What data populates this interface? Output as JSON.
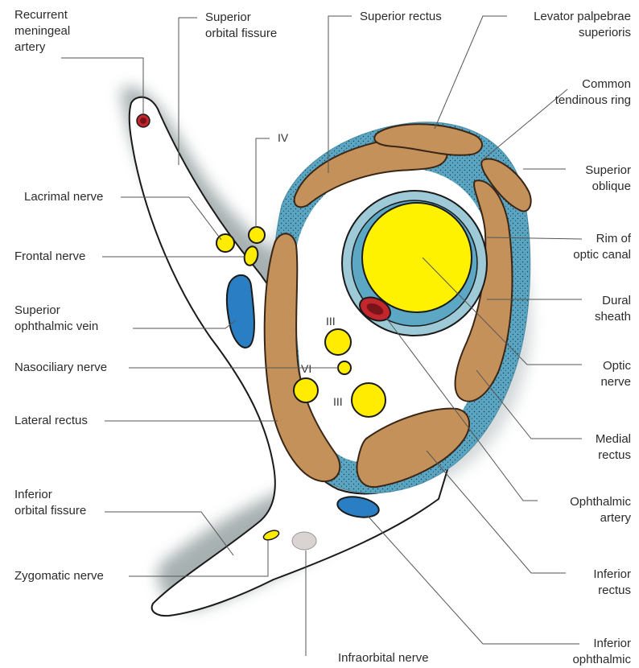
{
  "labels": {
    "recurrent_meningeal_artery": [
      "Recurrent",
      "meningeal",
      "artery"
    ],
    "superior_orbital_fissure": [
      "Superior",
      "orbital fissure"
    ],
    "superior_rectus": [
      "Superior rectus"
    ],
    "levator_palpebrae_superioris": [
      "Levator palpebrae",
      "superioris"
    ],
    "common_tendinous_ring": [
      "Common",
      "tendinous ring"
    ],
    "superior_oblique": [
      "Superior",
      "oblique"
    ],
    "rim_of_optic_canal": [
      "Rim of",
      "optic canal"
    ],
    "dural_sheath": [
      "Dural",
      "sheath"
    ],
    "optic_nerve": [
      "Optic",
      "nerve"
    ],
    "medial_rectus": [
      "Medial",
      "rectus"
    ],
    "ophthalmic_artery": [
      "Ophthalmic",
      "artery"
    ],
    "inferior_rectus": [
      "Inferior",
      "rectus"
    ],
    "inferior_ophthalmic": [
      "Inferior",
      "ophthalmic"
    ],
    "lacrimal_nerve": [
      "Lacrimal nerve"
    ],
    "frontal_nerve": [
      "Frontal nerve"
    ],
    "superior_ophthalmic_vein": [
      "Superior",
      "ophthalmic vein"
    ],
    "nasociliary_nerve": [
      "Nasociliary nerve"
    ],
    "lateral_rectus": [
      "Lateral rectus"
    ],
    "inferior_orbital_fissure": [
      "Inferior",
      "orbital fissure"
    ],
    "zygomatic_nerve": [
      "Zygomatic nerve"
    ],
    "infraorbital_partial": [
      "Infraorbital nerve"
    ]
  },
  "roman": {
    "iv": "IV",
    "iii_upper": "III",
    "vi": "VI",
    "iii_lower": "III"
  },
  "colors": {
    "muscle": "#c4915a",
    "muscle_stroke": "#3a2616",
    "tendon_ring": "#5ba7c4",
    "dural_sheath": "#9ec9d6",
    "optic_nerve": "#fff200",
    "nerve": "#ffec00",
    "vein": "#2a7fc4",
    "artery": "#c4262e",
    "fissure_shadow": "#7e8a8c",
    "leader": "#555555"
  }
}
